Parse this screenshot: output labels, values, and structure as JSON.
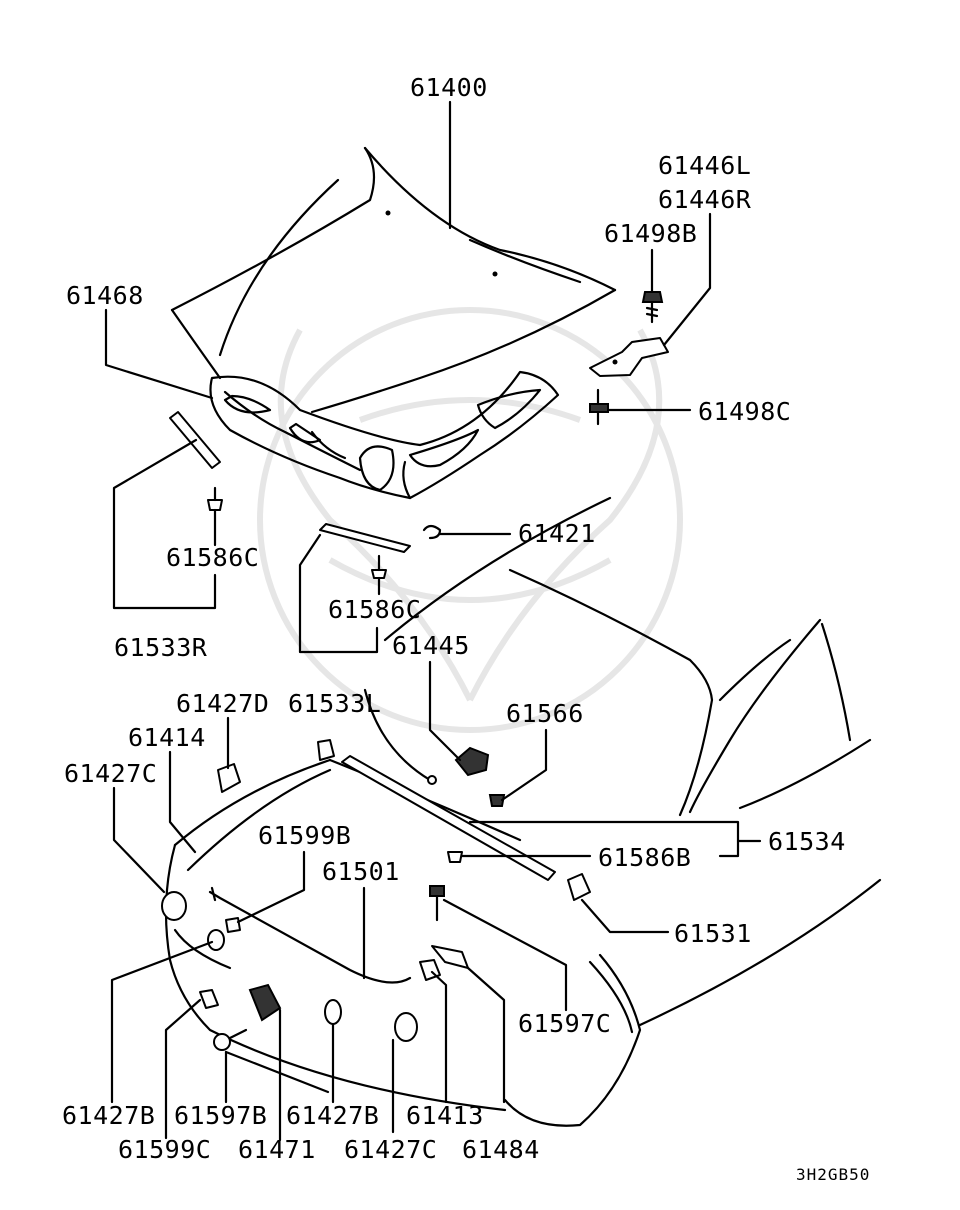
{
  "diagram_code": "3H2GB50",
  "parts": {
    "p61400": "61400",
    "p61446L": "61446L",
    "p61446R": "61446R",
    "p61498B": "61498B",
    "p61468": "61468",
    "p61498C": "61498C",
    "p61586C_a": "61586C",
    "p61421": "61421",
    "p61586C_b": "61586C",
    "p61533R": "61533R",
    "p61445": "61445",
    "p61427D": "61427D",
    "p61533L": "61533L",
    "p61566": "61566",
    "p61414": "61414",
    "p61427C_a": "61427C",
    "p61599B": "61599B",
    "p61534": "61534",
    "p61501": "61501",
    "p61586B": "61586B",
    "p61531": "61531",
    "p61597C": "61597C",
    "p61427B_a": "61427B",
    "p61597B": "61597B",
    "p61427B_b": "61427B",
    "p61413": "61413",
    "p61599C": "61599C",
    "p61471": "61471",
    "p61427C_b": "61427C",
    "p61484": "61484"
  }
}
